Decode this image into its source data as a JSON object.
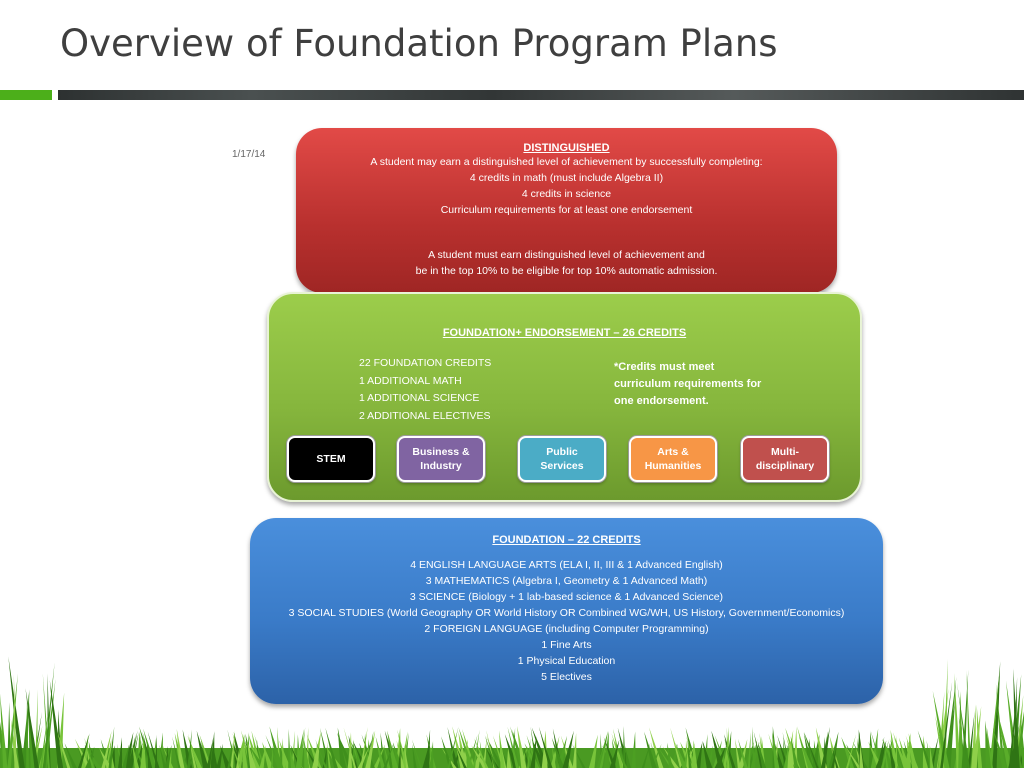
{
  "title": "Overview of Foundation Program Plans",
  "date": "1/17/14",
  "distinguished": {
    "heading": "DISTINGUISHED",
    "lines": [
      "A student may earn a distinguished level of achievement by successfully completing:",
      "4 credits in math (must include Algebra II)",
      "4 credits in science",
      "Curriculum requirements for at least one endorsement"
    ],
    "note": [
      "A student must earn distinguished level of achievement and",
      "be in the top 10% to be eligible for top 10% automatic admission."
    ]
  },
  "endorsement": {
    "heading": "FOUNDATION+ ENDORSEMENT – 26 CREDITS",
    "items": [
      "22  FOUNDATION CREDITS",
      "1 ADDITIONAL MATH",
      "1 ADDITIONAL SCIENCE",
      "2 ADDITIONAL ELECTIVES"
    ],
    "note": [
      "*Credits must meet",
      "curriculum requirements for",
      "one endorsement."
    ],
    "options": [
      {
        "label": "STEM",
        "color": "#000000"
      },
      {
        "label": "Business & Industry",
        "color": "#8064a2"
      },
      {
        "label": "Public Services",
        "color": "#4bacc6"
      },
      {
        "label": "Arts & Humanities",
        "color": "#f79646"
      },
      {
        "label": "Multi-disciplinary",
        "color": "#c0504d"
      }
    ]
  },
  "foundation": {
    "heading": "FOUNDATION – 22 CREDITS",
    "lines": [
      "4 ENGLISH LANGUAGE ARTS (ELA I, II, III & 1 Advanced English)",
      "3 MATHEMATICS (Algebra I, Geometry & 1 Advanced Math)",
      "3 SCIENCE (Biology + 1 lab-based science & 1 Advanced Science)",
      "3 SOCIAL STUDIES (World Geography OR World History OR Combined WG/WH, US History, Government/Economics)",
      "2 FOREIGN LANGUAGE (including Computer Programming)",
      "1 Fine Arts",
      "1 Physical Education",
      "5 Electives"
    ]
  }
}
